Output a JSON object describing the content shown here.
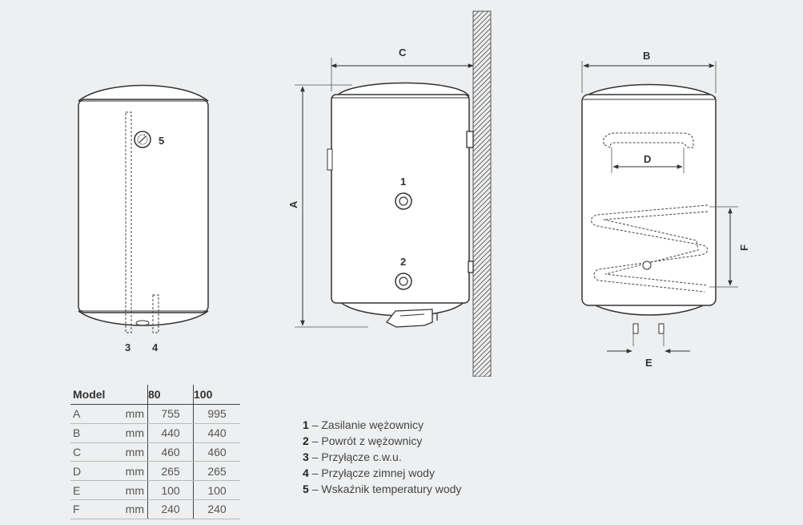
{
  "labels": {
    "front_view": {
      "gauge": "5",
      "pipe_left": "3",
      "pipe_right": "4"
    },
    "side_view": {
      "top_dim": "C",
      "height_dim": "A",
      "port1": "1",
      "port2": "2"
    },
    "rear_view": {
      "width_dim": "B",
      "bracket_dim": "D",
      "coil_dim": "F",
      "pipe_dim": "E"
    }
  },
  "table": {
    "columns": [
      "Model",
      "",
      "80",
      "100"
    ],
    "rows": [
      {
        "name": "A",
        "unit": "mm",
        "v80": "755",
        "v100": "995"
      },
      {
        "name": "B",
        "unit": "mm",
        "v80": "440",
        "v100": "440"
      },
      {
        "name": "C",
        "unit": "mm",
        "v80": "460",
        "v100": "460"
      },
      {
        "name": "D",
        "unit": "mm",
        "v80": "265",
        "v100": "265"
      },
      {
        "name": "E",
        "unit": "mm",
        "v80": "100",
        "v100": "100"
      },
      {
        "name": "F",
        "unit": "mm",
        "v80": "240",
        "v100": "240"
      }
    ]
  },
  "legend": [
    {
      "num": "1",
      "text": "– Zasilanie wężownicy"
    },
    {
      "num": "2",
      "text": "– Powrót z wężownicy"
    },
    {
      "num": "3",
      "text": "– Przyłącze c.w.u."
    },
    {
      "num": "4",
      "text": "– Przyłącze zimnej wody"
    },
    {
      "num": "5",
      "text": "– Wskaźnik temperatury wody"
    }
  ]
}
